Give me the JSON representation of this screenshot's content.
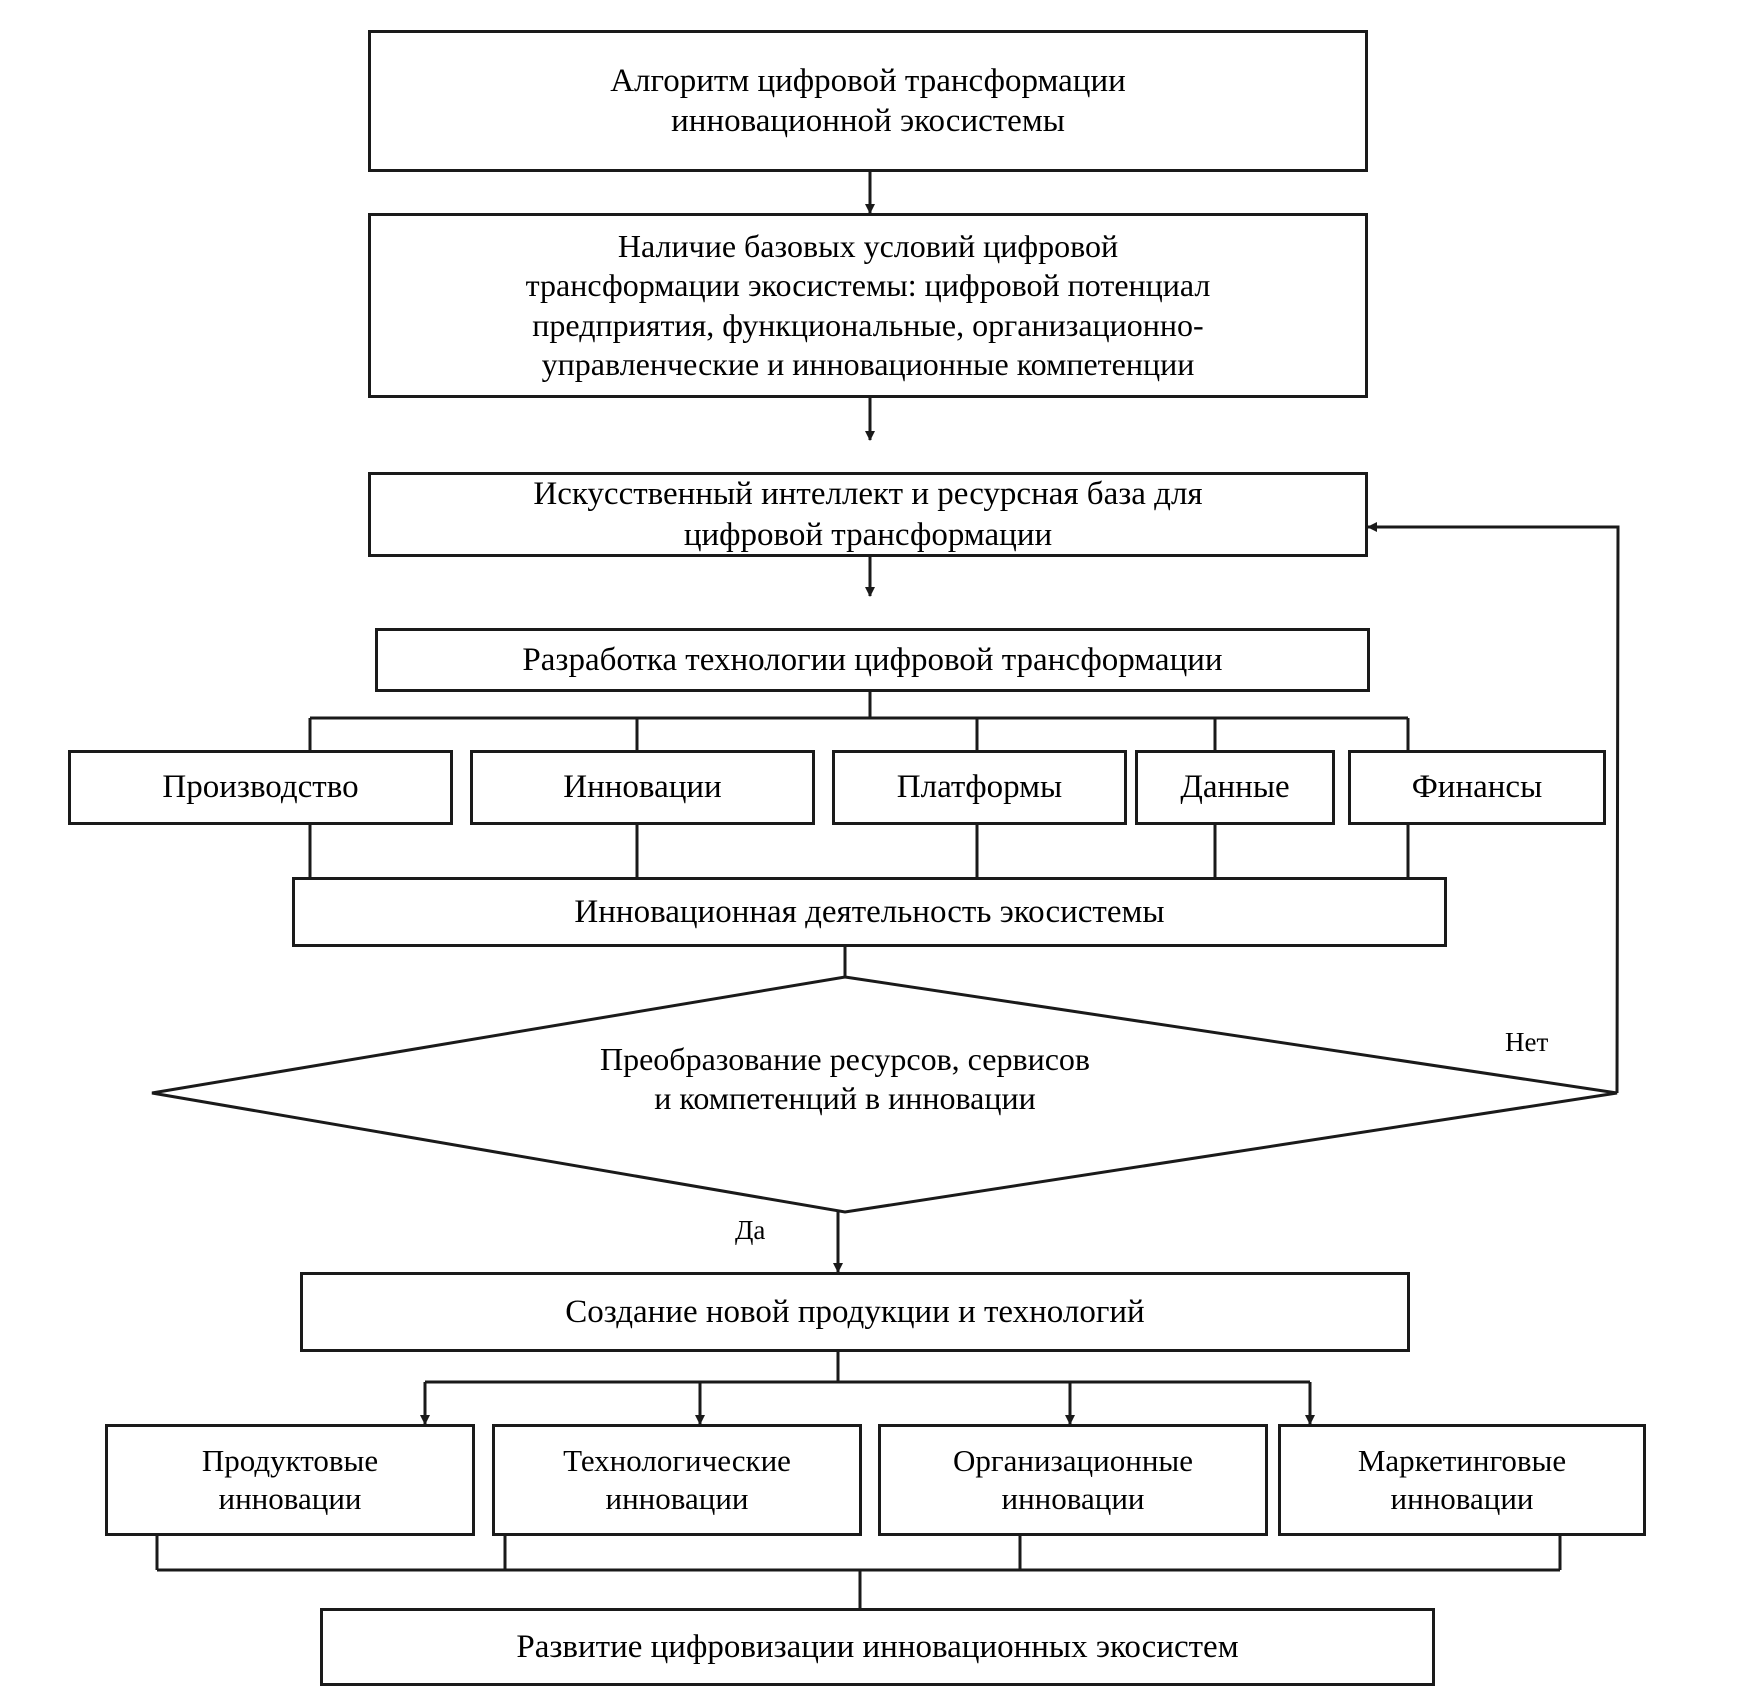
{
  "diagram": {
    "title": "Алгоритм цифровой трансформации инновационной экосистемы",
    "language": "ru",
    "type": "flowchart",
    "nodes": {
      "start": "Алгоритм цифровой трансформации\nинновационной экосистемы",
      "conditions": "Наличие базовых условий цифровой\nтрансформации экосистемы: цифровой потенциал\nпредприятия, функциональные, организационно-\nуправленческие и инновационные компетенции",
      "ai_resources": "Искусственный интеллект и ресурсная база для\nцифровой трансформации",
      "tech_dev": "Разработка технологии цифровой трансформации",
      "branch_1": "Производство",
      "branch_2": "Инновации",
      "branch_3": "Платформы",
      "branch_4": "Данные",
      "branch_5": "Финансы",
      "eco_activity": "Инновационная деятельность экосистемы",
      "decision": "Преобразование ресурсов, сервисов\nи компетенций в инновации",
      "new_products": "Создание новой продукции и технологий",
      "inn_1": "Продуктовые\nинновации",
      "inn_2": "Технологические\nинновации",
      "inn_3": "Организационные\nинновации",
      "inn_4": "Маркетинговые\nинновации",
      "result": "Развитие цифровизации инновационных экосистем"
    },
    "edge_labels": {
      "yes": "Да",
      "no": "Нет"
    },
    "colors": {
      "stroke": "#1a1a1a",
      "fill": "#ffffff",
      "text": "#000000"
    }
  }
}
